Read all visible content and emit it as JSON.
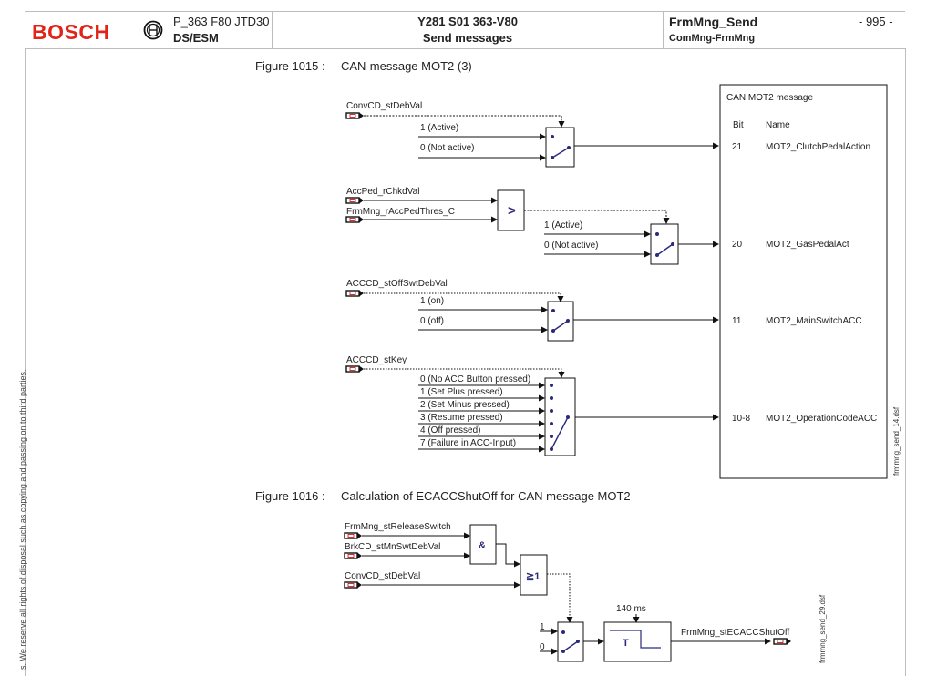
{
  "header": {
    "logo": "BOSCH",
    "project_line1": "P_363 F80 JTD30",
    "project_line2": "DS/ESM",
    "doc_number": "Y281 S01 363-V80",
    "doc_title": "Send messages",
    "module": "FrmMng_Send",
    "module_path": "ComMng-FrmMng",
    "page_number": "- 995 -"
  },
  "copyright_notice": "s. We reserve all rights of disposal such as copying and passing on to third parties.",
  "figure1015": {
    "label": "Figure 1015 :",
    "title": "CAN-message MOT2 (3)",
    "file_tag": "frmmng_send_14.dsf",
    "inputs": {
      "convcd": "ConvCD_stDebVal",
      "accped": "AccPed_rChkdVal",
      "thres": "FrmMng_rAccPedThresC",
      "offswt": "ACCCD_stOffSwtDebVal",
      "stkey": "ACCCD_stKey"
    },
    "switch1_options": [
      "1 (Active)",
      "0 (Not active)"
    ],
    "comparator_symbol": ">",
    "switch2_options": [
      "1 (Active)",
      "0 (Not active)"
    ],
    "switch3_options": [
      "1 (on)",
      "0 (off)"
    ],
    "switch4_options": [
      "0 (No ACC Button pressed)",
      "1 (Set Plus pressed)",
      "2 (Set Minus pressed)",
      "3 (Resume pressed)",
      "4 (Off pressed)",
      "7 (Failure in ACC-Input)"
    ],
    "message_box": {
      "title": "CAN MOT2 message",
      "col_bit": "Bit",
      "col_name": "Name",
      "rows": [
        {
          "bit": "21",
          "name": "MOT2_ClutchPedalAction"
        },
        {
          "bit": "20",
          "name": "MOT2_GasPedalAct"
        },
        {
          "bit": "11",
          "name": "MOT2_MainSwitchACC"
        },
        {
          "bit": "10-8",
          "name": "MOT2_OperationCodeACC"
        }
      ]
    }
  },
  "figure1016": {
    "label": "Figure 1016 :",
    "title": "Calculation of ECACCShutOff for CAN message MOT2",
    "file_tag": "frmmng_send_29.dsf",
    "inputs": {
      "release": "FrmMng_stReleaseSwitch",
      "brk": "BrkCD_stMnSwtDebVal",
      "conv": "ConvCD_stDebVal"
    },
    "and_symbol": "&",
    "or_symbol": "≧1",
    "switch_options": [
      "1",
      "0"
    ],
    "timer_param": "140 ms",
    "timer_symbol": "T",
    "output": "FrmMng_stECACCShutOff"
  }
}
